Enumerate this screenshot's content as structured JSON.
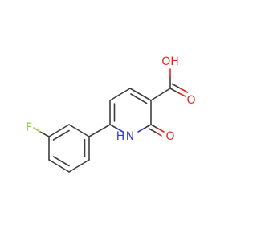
{
  "atoms": {
    "fluorine": "F",
    "nitrogen_h": "H",
    "nitrogen": "N",
    "carbonyl_oxygen": "O",
    "acid_oxygen": "O",
    "hydroxyl": "OH"
  },
  "colors": {
    "bond": "#3d3d3d",
    "oxygen": "#e8231f",
    "nitrogen": "#3535e0",
    "fluorine": "#8dc63f"
  }
}
